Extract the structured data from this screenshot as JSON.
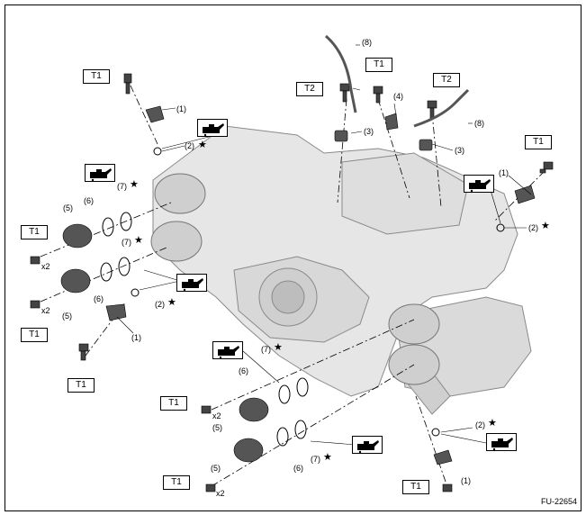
{
  "figure_code": "FU-22654",
  "torque_labels": [
    "T1",
    "T2",
    "T1",
    "T2",
    "T1",
    "T1",
    "T1",
    "T1",
    "T1",
    "T1",
    "T1"
  ],
  "multiplier": "x2",
  "star": "★",
  "part_labels": {
    "p1": "(1)",
    "p2": "(2)",
    "p3": "(3)",
    "p4": "(4)",
    "p5": "(5)",
    "p6": "(6)",
    "p7": "(7)",
    "p8": "(8)"
  },
  "colors": {
    "line": "#000000",
    "engine_fill": "#e6e6e6",
    "engine_stroke": "#8a8a8a",
    "part_fill": "#555555"
  },
  "icons": {
    "oil_apply": "oil-can-icon"
  }
}
